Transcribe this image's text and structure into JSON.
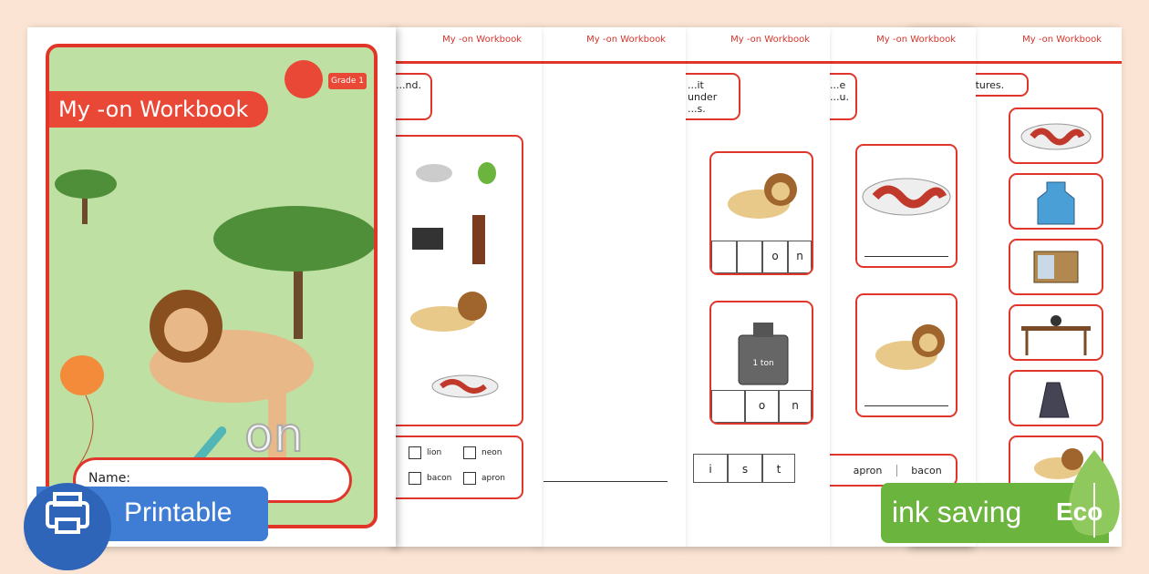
{
  "workbook_title": "My -on Workbook",
  "cover": {
    "title": "My -on Workbook",
    "grade": "Grade 1",
    "focus_word": "on",
    "name_label": "Name:"
  },
  "page1": {
    "instruction": "...nd.",
    "words": [
      "lion",
      "neon",
      "bacon",
      "apron"
    ]
  },
  "page3": {
    "instruction": "...it under ...s.",
    "word1_letters": [
      "",
      "",
      "o",
      "n"
    ],
    "word2_label": "1 ton",
    "word2_letters": [
      "",
      "o",
      "n"
    ],
    "bottom_letters": [
      "i",
      "s",
      "t"
    ]
  },
  "page4": {
    "instruction": "...e ...u.",
    "bottom_words": [
      "apron",
      "bacon"
    ]
  },
  "page5": {
    "instruction": "...ictures."
  },
  "badges": {
    "printable": "Printable",
    "ink_saving": "ink saving",
    "eco": "Eco"
  },
  "colors": {
    "brand_red": "#e2352a",
    "cover_green": "#bfe0a3",
    "printable_blue": "#3f7dd4",
    "eco_green": "#6bb43e"
  }
}
